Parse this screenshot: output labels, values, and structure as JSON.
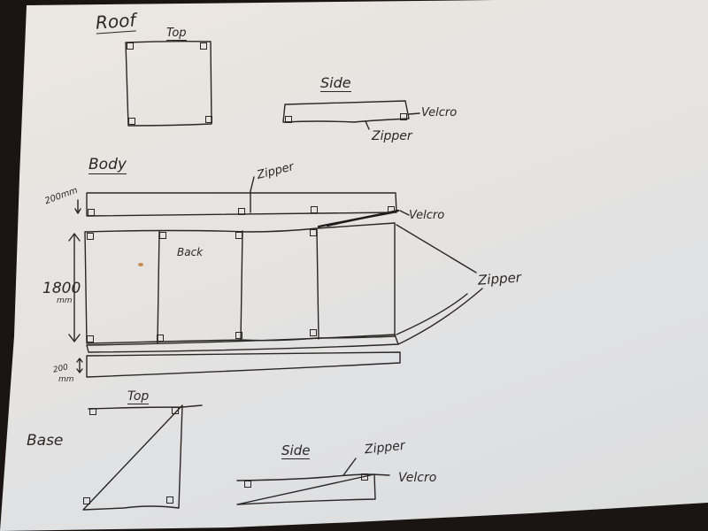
{
  "diagram": {
    "type": "hand-drawn sketch on paper",
    "colors": {
      "paper": "#e4e2e0",
      "ink": "#2a2626",
      "background": "#1a1512"
    },
    "sections": {
      "roof": {
        "title": "Roof",
        "top_view": {
          "label": "Top"
        },
        "side_view": {
          "label": "Side",
          "annotations": [
            "Velcro",
            "Zipper"
          ]
        }
      },
      "body": {
        "title": "Body",
        "top_strip_height": "200mm",
        "panel_height": {
          "value": "1800",
          "unit": "mm"
        },
        "panel_label": "Back",
        "bottom_strip_height": {
          "value": "200",
          "unit": "mm"
        },
        "annotations": {
          "zipper_top": "Zipper",
          "velcro": "Velcro",
          "zipper_right": "Zipper"
        }
      },
      "base": {
        "title": "Base",
        "top_view": {
          "label": "Top"
        },
        "side_view": {
          "label": "Side",
          "annotations": [
            "Zipper",
            "Velcro"
          ]
        }
      }
    }
  }
}
